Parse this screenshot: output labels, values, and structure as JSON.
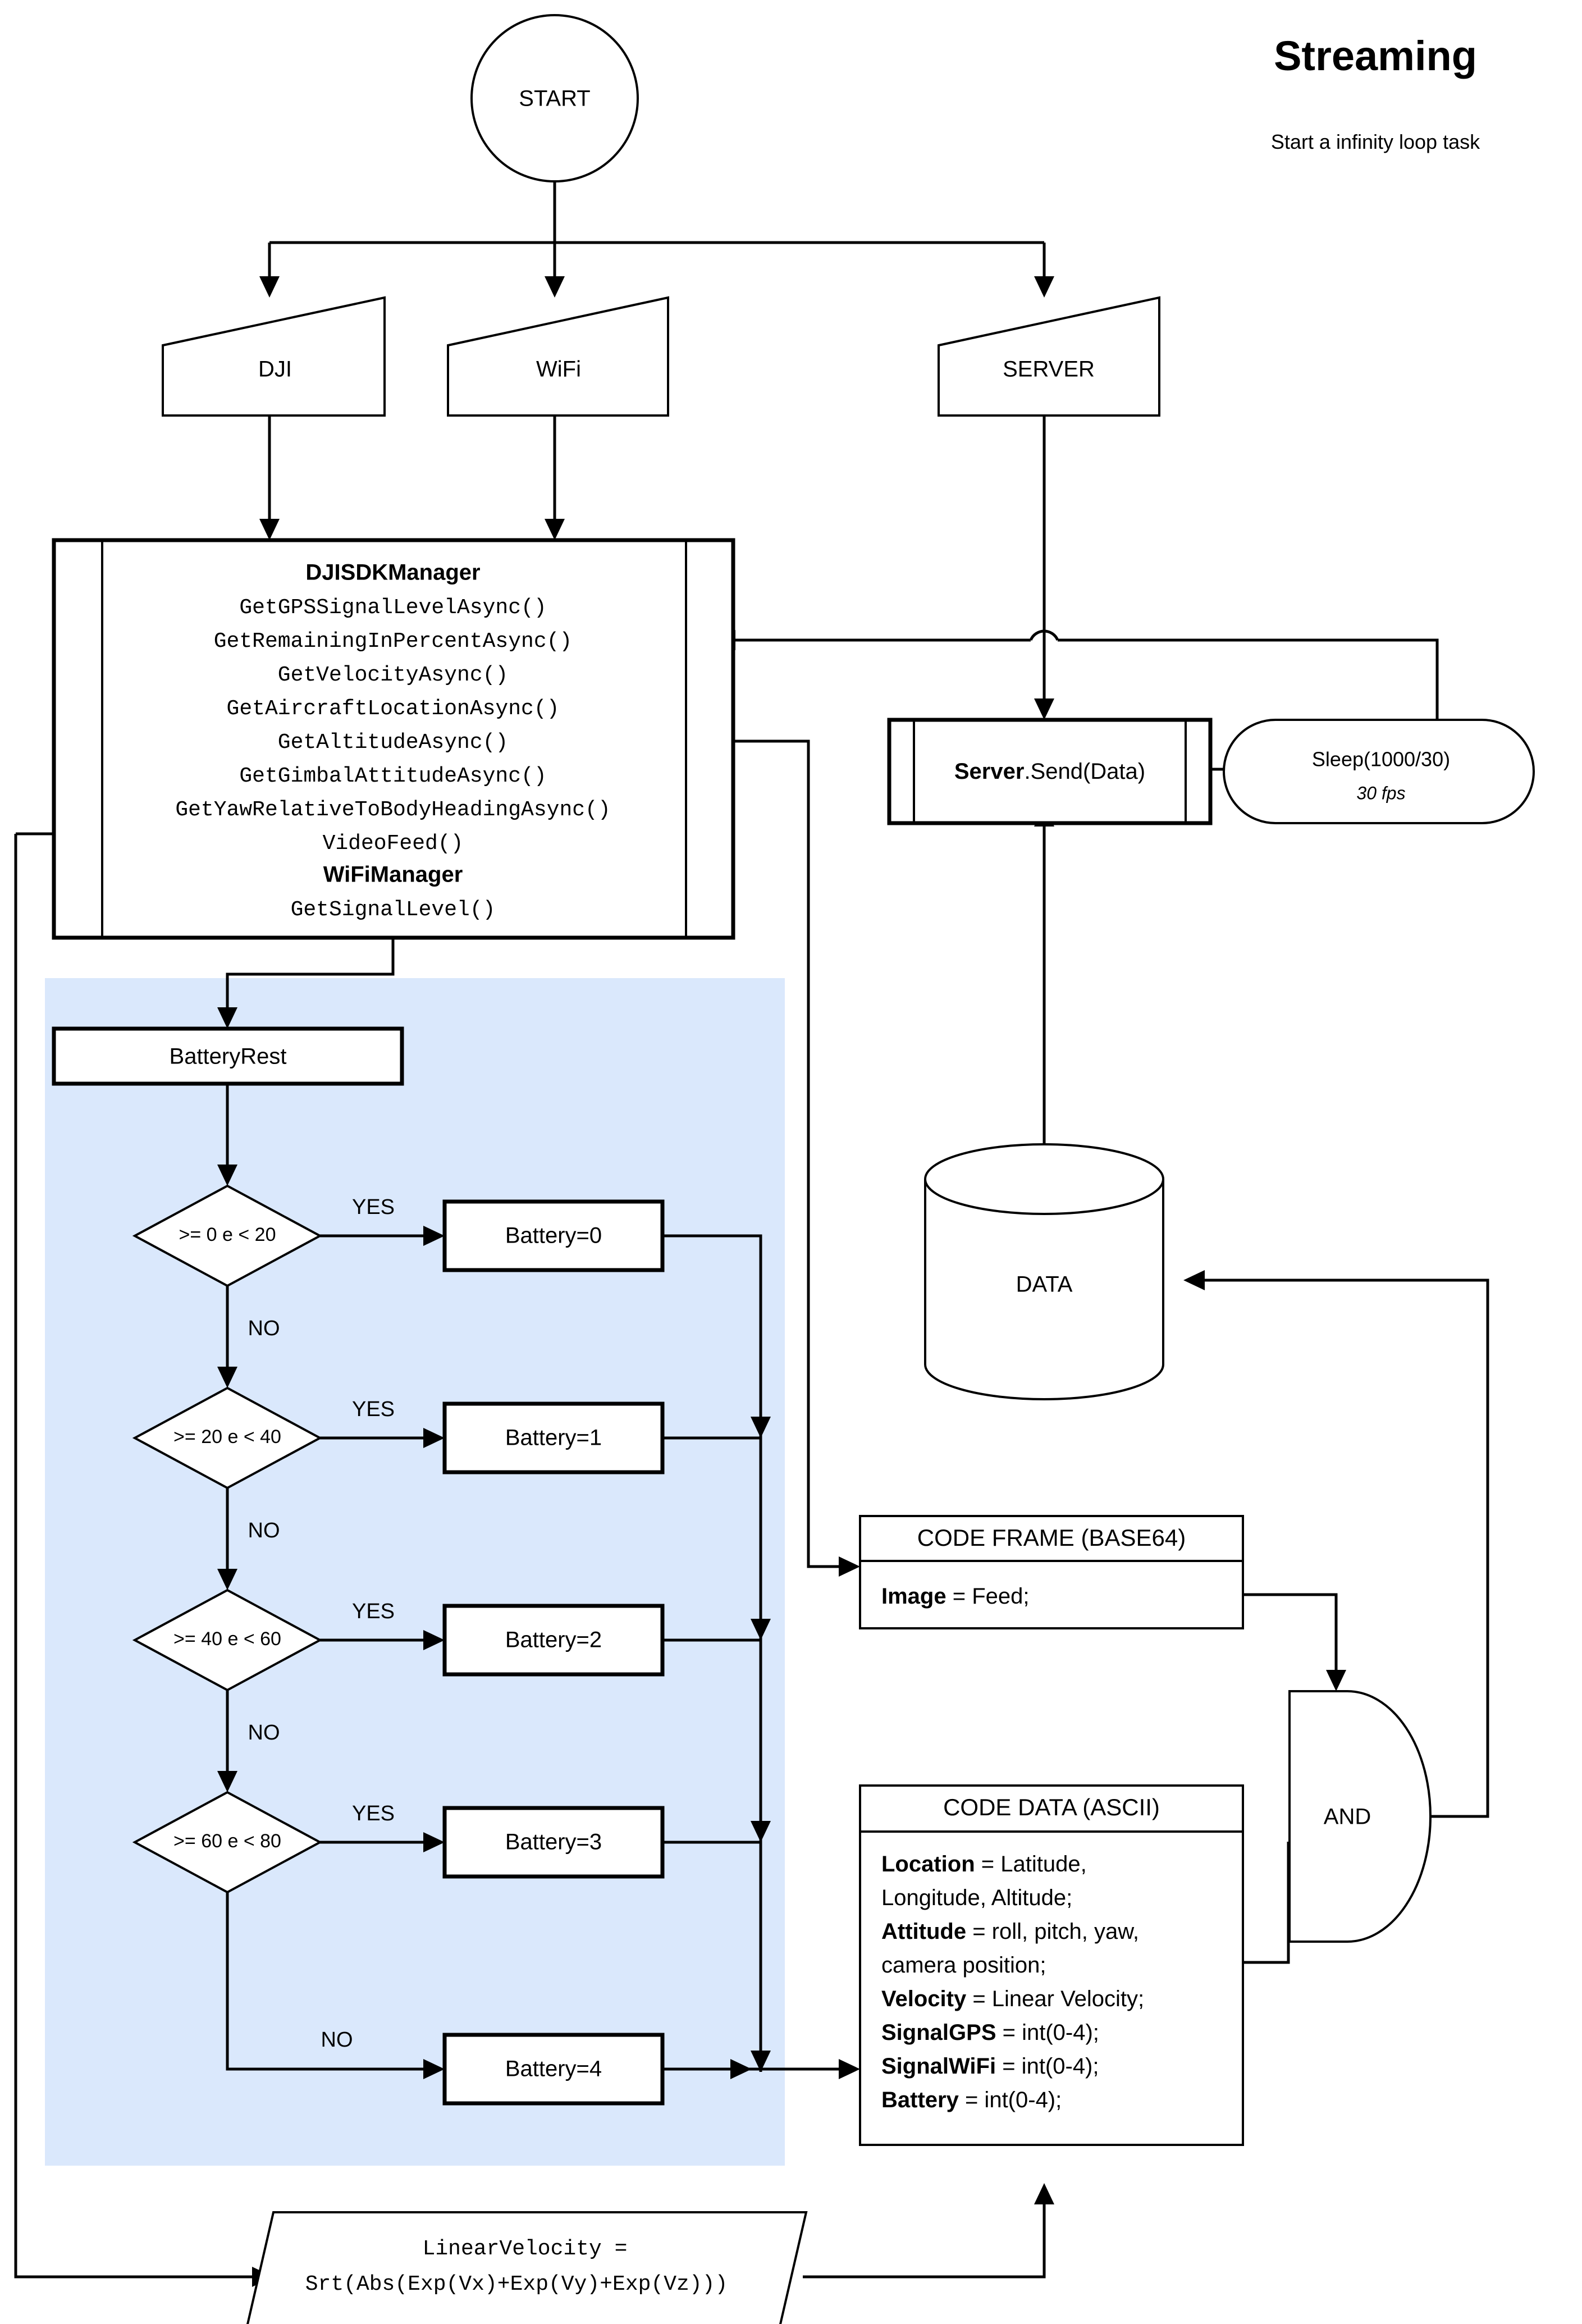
{
  "header": {
    "title": "Streaming",
    "subtitle": "Start a infinity loop task"
  },
  "colors": {
    "region_fill": "#dae8fc",
    "stroke": "#000000",
    "shape_fill": "#ffffff"
  },
  "nodes": {
    "start": {
      "label": "START"
    },
    "source_dji": {
      "label": "DJI"
    },
    "source_wifi": {
      "label": "WiFi"
    },
    "source_server": {
      "label": "SERVER"
    },
    "sdk": {
      "title_dji": "DJISDKManager",
      "dji_methods": [
        "GetGPSSignalLevelAsync()",
        "GetRemainingInPercentAsync()",
        "GetVelocityAsync()",
        "GetAircraftLocationAsync()",
        "GetAltitudeAsync()",
        "GetGimbalAttitudeAsync()",
        "GetYawRelativeToBodyHeadingAsync()",
        "VideoFeed()"
      ],
      "title_wifi": "WiFiManager",
      "wifi_methods": [
        "GetSignalLevel()"
      ]
    },
    "server_send": {
      "prefix": "Server",
      "suffix": ".Send(Data)"
    },
    "sleep": {
      "label": "Sleep(1000/30)",
      "note": "30 fps"
    },
    "data_store": {
      "label": "DATA"
    },
    "battery_rest": {
      "label": "BatteryRest"
    },
    "and_gate": {
      "label": "AND"
    },
    "linear_velocity": {
      "line1": "LinearVelocity =",
      "line2": "Srt(Abs(Exp(Vx)+Exp(Vy)+Exp(Vz)))"
    },
    "code_frame": {
      "header": "CODE FRAME (BASE64)",
      "lines": [
        {
          "key": "Image",
          "rest": " = Feed;"
        }
      ]
    },
    "code_data": {
      "header": "CODE DATA (ASCII)",
      "lines": [
        {
          "key": "Location",
          "rest": " = Latitude,"
        },
        {
          "key": "",
          "rest": "Longitude, Altitude;"
        },
        {
          "key": "Attitude",
          "rest": " = roll, pitch, yaw,"
        },
        {
          "key": "",
          "rest": "camera position;"
        },
        {
          "key": "Velocity",
          "rest": " =  Linear Velocity;"
        },
        {
          "key": "SignalGPS",
          "rest": " = int(0-4);"
        },
        {
          "key": "SignalWiFi",
          "rest": " = int(0-4);"
        },
        {
          "key": "Battery",
          "rest": " = int(0-4);"
        }
      ]
    }
  },
  "decisions": [
    {
      "label": ">= 0 e < 20",
      "yes": "YES",
      "no": "NO",
      "result": "Battery=0"
    },
    {
      "label": ">= 20 e < 40",
      "yes": "YES",
      "no": "NO",
      "result": "Battery=1"
    },
    {
      "label": ">= 40 e < 60",
      "yes": "YES",
      "no": "NO",
      "result": "Battery=2"
    },
    {
      "label": ">= 60 e < 80",
      "yes": "YES",
      "no": "NO",
      "result": "Battery=3"
    }
  ],
  "final_branch": {
    "label": "NO",
    "result": "Battery=4"
  }
}
